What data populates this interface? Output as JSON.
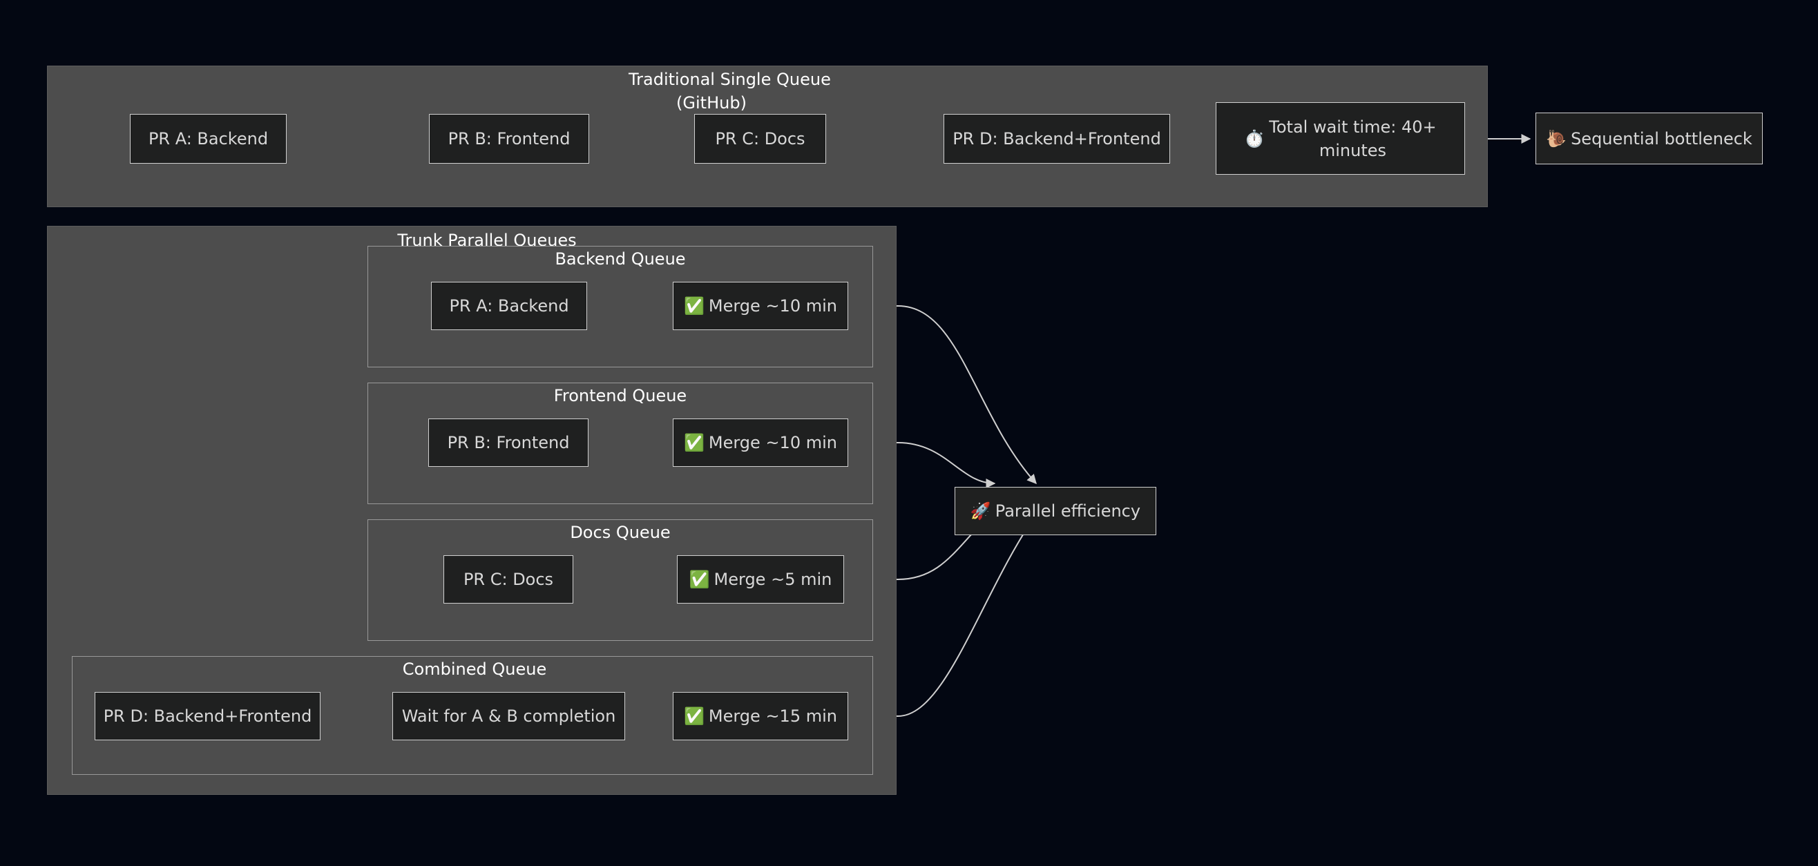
{
  "colors": {
    "background": "#030712",
    "subgraph_fill": "#4d4d4d",
    "subgraph_border": "#999999",
    "node_fill": "#1f2020",
    "node_border": "#d0d0d0",
    "node_text": "#d8d8d8",
    "label_text": "#ffffff",
    "edge_stroke": "#cfcfcf"
  },
  "diagram": {
    "type": "flowchart",
    "title_top": "Traditional Single Queue\n(GitHub)",
    "title_bottom": "Trunk Parallel Queues"
  },
  "traditional": {
    "label_line1": "Traditional Single Queue",
    "label_line2": "(GitHub)",
    "nodes": [
      {
        "id": "pr-a",
        "label": "PR A: Backend",
        "emoji": ""
      },
      {
        "id": "pr-b",
        "label": "PR B: Frontend",
        "emoji": ""
      },
      {
        "id": "pr-c",
        "label": "PR C: Docs",
        "emoji": ""
      },
      {
        "id": "pr-d",
        "label": "PR D: Backend+Frontend",
        "emoji": ""
      },
      {
        "id": "wait-total",
        "label": "Total wait time: 40+\nminutes",
        "emoji": "⏱️",
        "emoji_name": "stopwatch-emoji"
      }
    ],
    "outcome": {
      "id": "bottleneck",
      "label": "Sequential bottleneck",
      "emoji": "🐌",
      "emoji_name": "snail-emoji"
    }
  },
  "trunk": {
    "label": "Trunk Parallel Queues",
    "queues": [
      {
        "id": "backend-queue",
        "label": "Backend Queue",
        "nodes": [
          {
            "id": "q-pr-a",
            "label": "PR A: Backend",
            "emoji": ""
          },
          {
            "id": "q-merge-a",
            "label": "Merge ~10 min",
            "emoji": "✅",
            "emoji_name": "check-mark-emoji"
          }
        ]
      },
      {
        "id": "frontend-queue",
        "label": "Frontend Queue",
        "nodes": [
          {
            "id": "q-pr-b",
            "label": "PR B: Frontend",
            "emoji": ""
          },
          {
            "id": "q-merge-b",
            "label": "Merge ~10 min",
            "emoji": "✅",
            "emoji_name": "check-mark-emoji"
          }
        ]
      },
      {
        "id": "docs-queue",
        "label": "Docs Queue",
        "nodes": [
          {
            "id": "q-pr-c",
            "label": "PR C: Docs",
            "emoji": ""
          },
          {
            "id": "q-merge-c",
            "label": "Merge ~5 min",
            "emoji": "✅",
            "emoji_name": "check-mark-emoji"
          }
        ]
      },
      {
        "id": "combined-queue",
        "label": "Combined Queue",
        "nodes": [
          {
            "id": "q-pr-d",
            "label": "PR D: Backend+Frontend",
            "emoji": ""
          },
          {
            "id": "q-wait",
            "label": "Wait for A & B completion",
            "emoji": ""
          },
          {
            "id": "q-merge-d",
            "label": "Merge ~15 min",
            "emoji": "✅",
            "emoji_name": "check-mark-emoji"
          }
        ]
      }
    ],
    "outcome": {
      "id": "parallel-efficiency",
      "label": "Parallel efficiency",
      "emoji": "🚀",
      "emoji_name": "rocket-emoji"
    }
  }
}
